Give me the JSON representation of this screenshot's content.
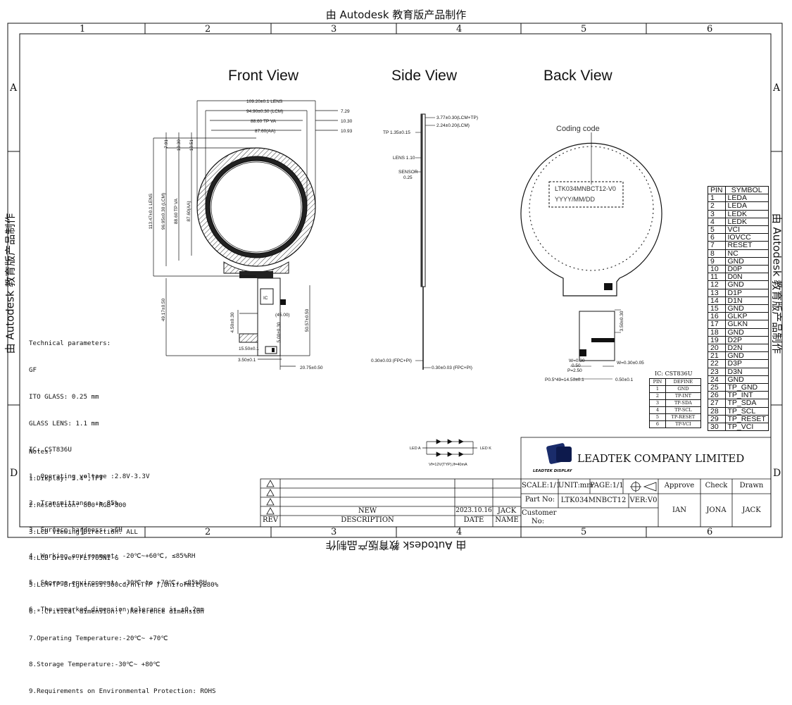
{
  "watermark": {
    "top": "由 Autodesk 教育版产品制作",
    "bottom": "由 Autodesk 教育版产品制作",
    "left": "由 Autodesk 教育版产品制作",
    "right": "由 Autodesk 教育版产品制作"
  },
  "grid": {
    "columns": [
      "1",
      "2",
      "3",
      "4",
      "5",
      "6"
    ],
    "rows": [
      "A",
      "D"
    ]
  },
  "views": {
    "front": "Front View",
    "side": "Side View",
    "back": "Back View"
  },
  "front_dims": {
    "lens_w": "109.20±0.1  LENS",
    "lcm_w": "94.90±0.30  (LCM)",
    "tp_va_w": "88.60  TP  VA",
    "aa_w": "87.60(AA)",
    "r729": "7.29",
    "r1030": "10.30",
    "r1093": "10.93",
    "v791": "7.91",
    "v1030": "10.30",
    "v1051": "10.51",
    "lens_h": "113.47±0.1  LENS",
    "lcm_h": "96.95±0.30  (LCM)",
    "tp_va_h": "88.60  TP  VA",
    "aa_h": "87.60(AA)",
    "d4917": "49.17±0.50",
    "d450": "4.50±0.30",
    "d4500": "(45.00)",
    "d500": "5.00±0.30",
    "d5057": "50.57±0.50",
    "d1550": "15.50±0.1",
    "d350": "3.50±0.1",
    "d2075": "20.75±0.50",
    "ic_label": "IC"
  },
  "side_dims": {
    "d377": "3.77±0.30(LCM+TP)",
    "d224": "2.24±0.20(LCM)",
    "tp": "TP  1.35±0.15",
    "lens": "LENS  1.10",
    "sensor": "SENSOR",
    "sensor_v": "0.25",
    "fpc_l": "0.30±0.03  (FPC+PI)",
    "fpc_r": "0.30±0.03  (FPC+PI)"
  },
  "back": {
    "coding": "Coding code",
    "model": "LTK034MNBCT12-V0",
    "date_fmt": "YYYY/MM/DD",
    "d350": "3.50±0.30",
    "w030": "W=0.30",
    "d050": "0.50",
    "p250": "P=2.50",
    "w030b": "W=0.30±0.05",
    "pitch": "P0.5*49=14.50±0.1",
    "d050b": "0.50±0.1"
  },
  "tech": {
    "lines": [
      "Technical parameters:",
      "GF",
      "ITO GLASS: 0.25 mm",
      "GLASS LENS: 1.1 mm",
      "IC: CST836U",
      "1. Operating voltage :2.8V-3.3V",
      "2. Transmittance :≥ 85%",
      "3. Surface hardness: ≥6H",
      "4. Working environment: -20℃~+60℃, ≤85%RH",
      "5. Storage environment: -30℃ to +70℃, ≤85%RH",
      "6. The unmarked dimension tolerance is ±0.2mm"
    ]
  },
  "notes": {
    "lines": [
      "Notes:",
      "1.Display: 3.4\",TFT",
      "2.Resolution: 800*RGB*800",
      "3.LCD Viewing Direction: ALL",
      "4.LCD Driver:FL7705NI-G",
      "5.LCM+TP Brightness:300cd/㎡(TYP ),Uniformity≥80%",
      "6.*:Critical dimension:( )Reference dimension",
      "7.Operating Temperature:-20℃~ +70℃",
      "8.Storage Temperature:-30℃~ +80℃",
      "9.Requirements on Environmental Protection: ROHS"
    ]
  },
  "ic_table": {
    "title": "IC: CST836U",
    "headers": [
      "PIN",
      "DEFINE"
    ],
    "rows": [
      [
        "1",
        "GND"
      ],
      [
        "2",
        "TP-INT"
      ],
      [
        "3",
        "TP-SDA"
      ],
      [
        "4",
        "TP-SCL"
      ],
      [
        "5",
        "TP-RESET"
      ],
      [
        "6",
        "TP-VCI"
      ]
    ]
  },
  "pin_table": {
    "headers": [
      "PIN",
      "SYMBOL"
    ],
    "rows": [
      [
        "1",
        "LEDA"
      ],
      [
        "2",
        "LEDA"
      ],
      [
        "3",
        "LEDK"
      ],
      [
        "4",
        "LEDK"
      ],
      [
        "5",
        "VCI"
      ],
      [
        "6",
        "IOVCC"
      ],
      [
        "7",
        "RESET"
      ],
      [
        "8",
        "NC"
      ],
      [
        "9",
        "GND"
      ],
      [
        "10",
        "D0P"
      ],
      [
        "11",
        "D0N"
      ],
      [
        "12",
        "GND"
      ],
      [
        "13",
        "D1P"
      ],
      [
        "14",
        "D1N"
      ],
      [
        "15",
        "GND"
      ],
      [
        "16",
        "GLKP"
      ],
      [
        "17",
        "GLKN"
      ],
      [
        "18",
        "GND"
      ],
      [
        "19",
        "D2P"
      ],
      [
        "20",
        "D2N"
      ],
      [
        "21",
        "GND"
      ],
      [
        "22",
        "D3P"
      ],
      [
        "23",
        "D3N"
      ],
      [
        "24",
        "GND"
      ],
      [
        "25",
        "TP_GND"
      ],
      [
        "26",
        "TP_INT"
      ],
      [
        "27",
        "TP_SDA"
      ],
      [
        "28",
        "TP_SCL"
      ],
      [
        "29",
        "TP_RESET"
      ],
      [
        "30",
        "TP_VCI"
      ]
    ]
  },
  "led": {
    "a": "LED A",
    "k": "LED K",
    "spec": "Vf=12V(TYP),If=40mA"
  },
  "title_block": {
    "company": "LEADTEK  COMPANY  LIMITED",
    "logo_text": "LEADTEK DISPLAY",
    "scale": "SCALE:1/1",
    "unit": "UNIT:mm",
    "page": "PAGE:1/1",
    "approve": "Approve",
    "check": "Check",
    "drawn": "Drawn",
    "part_label": "Part No:",
    "part_no": "LTK034MNBCT12",
    "ver": "VER:V0",
    "customer": "Customer",
    "no": "No:",
    "ian": "IAN",
    "jona": "JONA",
    "jack": "JACK",
    "rev_new": "NEW",
    "rev_date": "2023.10.16",
    "rev_name": "JACK",
    "rev": "REV",
    "desc": "DESCRIPTION",
    "date": "DATE",
    "name": "NAME"
  },
  "colors": {
    "line": "#111111",
    "hatch": "#333333"
  }
}
